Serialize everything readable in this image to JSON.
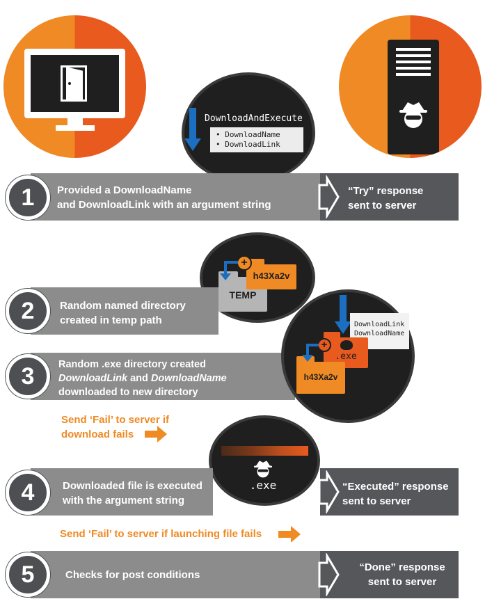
{
  "top_code": {
    "title": "DownloadAndExecute",
    "items": [
      "• DownloadName",
      "• DownloadLink"
    ]
  },
  "steps": [
    {
      "number": "1",
      "text_lines": [
        "Provided a DownloadName",
        "and DownloadLink with an argument string"
      ],
      "response_lines": [
        "“Try” response",
        "sent to server"
      ]
    },
    {
      "number": "2",
      "text_lines": [
        "Random named directory",
        "created in temp path"
      ]
    },
    {
      "number": "3",
      "line1": "Random .exe directory created",
      "line2_a": "DownloadLink",
      "line2_b": " and ",
      "line2_c": "DownloadName",
      "line3": "downloaded to new directory"
    },
    {
      "number": "4",
      "text_lines": [
        "Downloaded file is executed",
        "with the argument string"
      ],
      "response_lines": [
        "“Executed” response",
        "sent to server"
      ]
    },
    {
      "number": "5",
      "text_lines": [
        "Checks for post conditions"
      ],
      "response_lines": [
        "“Done” response",
        "sent to server"
      ]
    }
  ],
  "fail_notes": {
    "download": [
      "Send ‘Fail’ to server if",
      "download fails"
    ],
    "launch": "Send ‘Fail’ to server if launching file fails"
  },
  "folders": {
    "temp_label": "TEMP",
    "random_dir_label": "h43Xa2v",
    "exe_label": ".exe",
    "random_dir_label_2": "h43Xa2v"
  },
  "doc_lines": [
    "DownloadLink",
    "DownloadName"
  ],
  "exe_label": ".exe",
  "colors": {
    "orange": "#ef8a24",
    "dark_orange": "#e85a1e",
    "bar_grey": "#8c8c8c",
    "bar_dark": "#55575a"
  }
}
